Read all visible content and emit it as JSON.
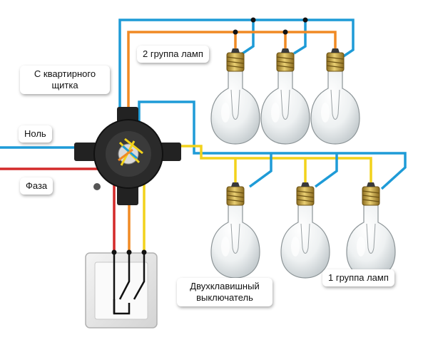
{
  "labels": {
    "from_panel_line1": "С квартирного",
    "from_panel_line2": "щитка",
    "neutral": "Ноль",
    "phase": "Фаза",
    "group2": "2 группа ламп",
    "group1": "1 группа ламп",
    "switch_line1": "Двухклавишный",
    "switch_line2": "выключатель"
  },
  "colors": {
    "neutral_wire": "#1e9bd7",
    "phase_wire": "#d42a2a",
    "group2_wire": "#f08a24",
    "group1_wire": "#f2d21b",
    "junction_box": "#2a2a2a",
    "bulb_base": "#c9a53a"
  },
  "components": {
    "junction_box_icon": "junction-box",
    "switch_icon": "two-gang-switch",
    "bulb_icon": "incandescent-bulb",
    "group2_bulbs": 3,
    "group1_bulbs": 3
  }
}
